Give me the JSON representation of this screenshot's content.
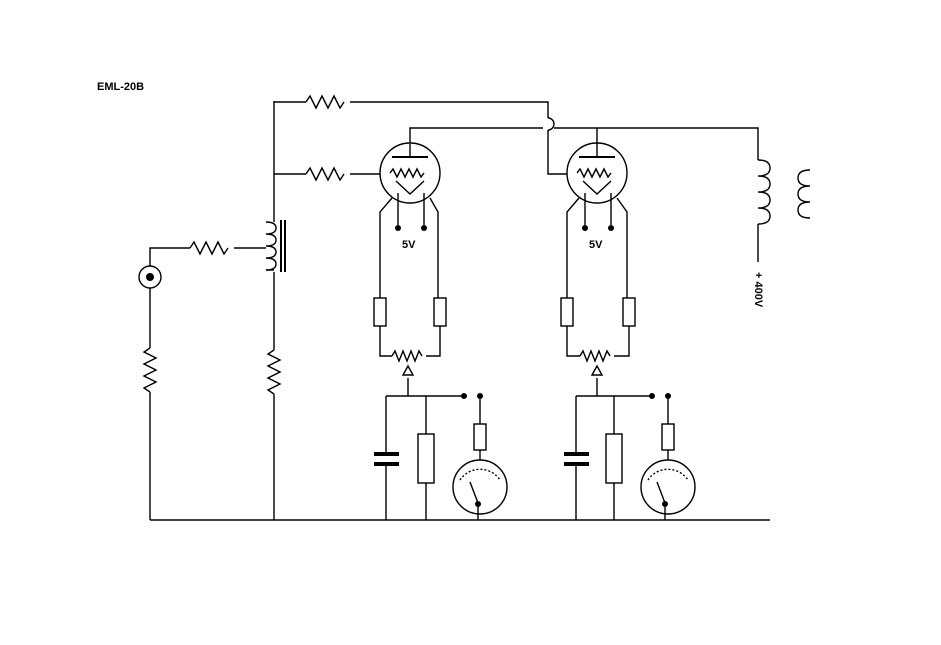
{
  "diagram": {
    "title": "EML-20B",
    "filament_label_left": "5V",
    "filament_label_right": "5V",
    "supply_label": "+ 400V"
  }
}
